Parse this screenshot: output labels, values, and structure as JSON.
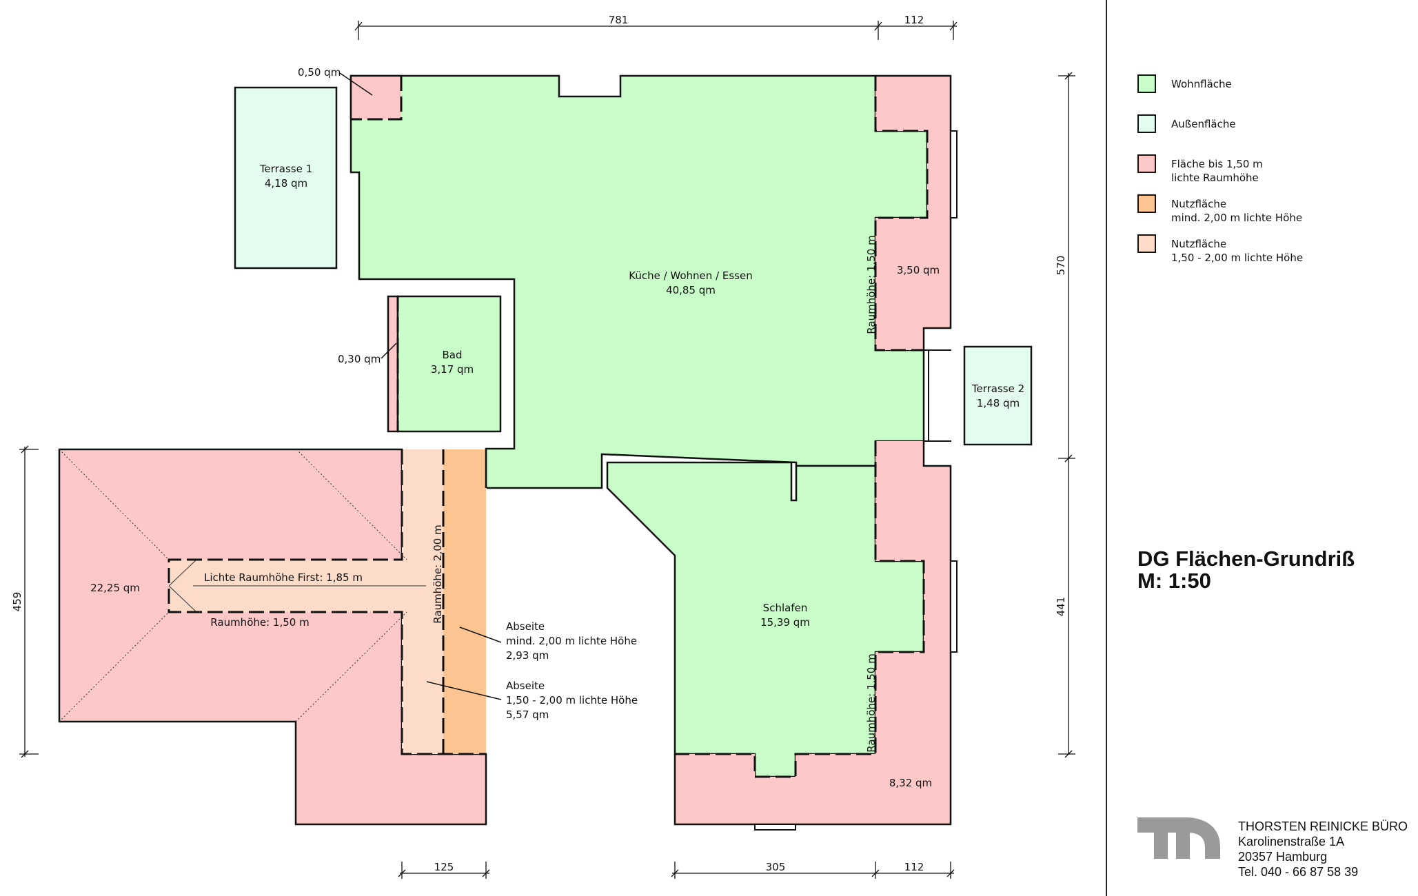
{
  "rooms": {
    "kueche": {
      "name": "Küche / Wohnen / Essen",
      "area": "40,85 qm"
    },
    "bad": {
      "name": "Bad",
      "area": "3,17 qm"
    },
    "schlafen": {
      "name": "Schlafen",
      "area": "15,39 qm"
    },
    "terrasse1": {
      "name": "Terrasse 1",
      "area": "4,18 qm"
    },
    "terrasse2": {
      "name": "Terrasse 2",
      "area": "1,48 qm"
    }
  },
  "areas": {
    "top_left": "0,50 qm",
    "bad_strip": "0,30 qm",
    "right_upper": "3,50 qm",
    "right_lower": "8,32 qm",
    "left_wing": "22,25 qm"
  },
  "annotations": {
    "first": "Lichte Raumhöhe First: 1,85 m",
    "wing_height": "Raumhöhe: 1,50 m",
    "right_upper_height": "Raumhöhe: 1,50 m",
    "right_lower_height": "Raumhöhe: 1,50 m",
    "vertical_200": "Raumhöhe: 2,00 m",
    "abseite1": {
      "line1": "Abseite",
      "line2": "mind. 2,00 m lichte Höhe",
      "line3": "2,93 qm"
    },
    "abseite2": {
      "line1": "Abseite",
      "line2": "1,50 - 2,00 m lichte Höhe",
      "line3": "5,57 qm"
    }
  },
  "dimensions": {
    "top_main": "781",
    "top_right": "112",
    "right_upper": "570",
    "right_lower": "441",
    "left": "459",
    "bottom_left": "125",
    "bottom_mid": "305",
    "bottom_right": "112"
  },
  "legend": [
    {
      "label": "Wohnfläche",
      "color": "#c8fcc8"
    },
    {
      "label": "Außenfläche",
      "color": "#e4fcf0"
    },
    {
      "label": "Fläche bis 1,50 m\nlichte Raumhöhe",
      "color": "#fcc8c8"
    },
    {
      "label": "Nutzfläche\nmind. 2,00 m lichte Höhe",
      "color": "#fcc490"
    },
    {
      "label": "Nutzfläche\n1,50 - 2,00 m lichte Höhe",
      "color": "#fcdcc8"
    }
  ],
  "title": {
    "line1": "DG Flächen-Grundriß",
    "line2": "M: 1:50"
  },
  "office": {
    "name": "THORSTEN REINICKE BÜRO",
    "street": "Karolinenstraße 1A",
    "city": "20357 Hamburg",
    "phone": "Tel. 040 - 66 87 58 39"
  },
  "colors": {
    "wohnflaeche": "#c8fcc8",
    "aussenflaeche": "#e4fcf0",
    "low": "#fcc8c8",
    "nutz_high": "#fcc490",
    "nutz_mid": "#fcdcc8"
  }
}
